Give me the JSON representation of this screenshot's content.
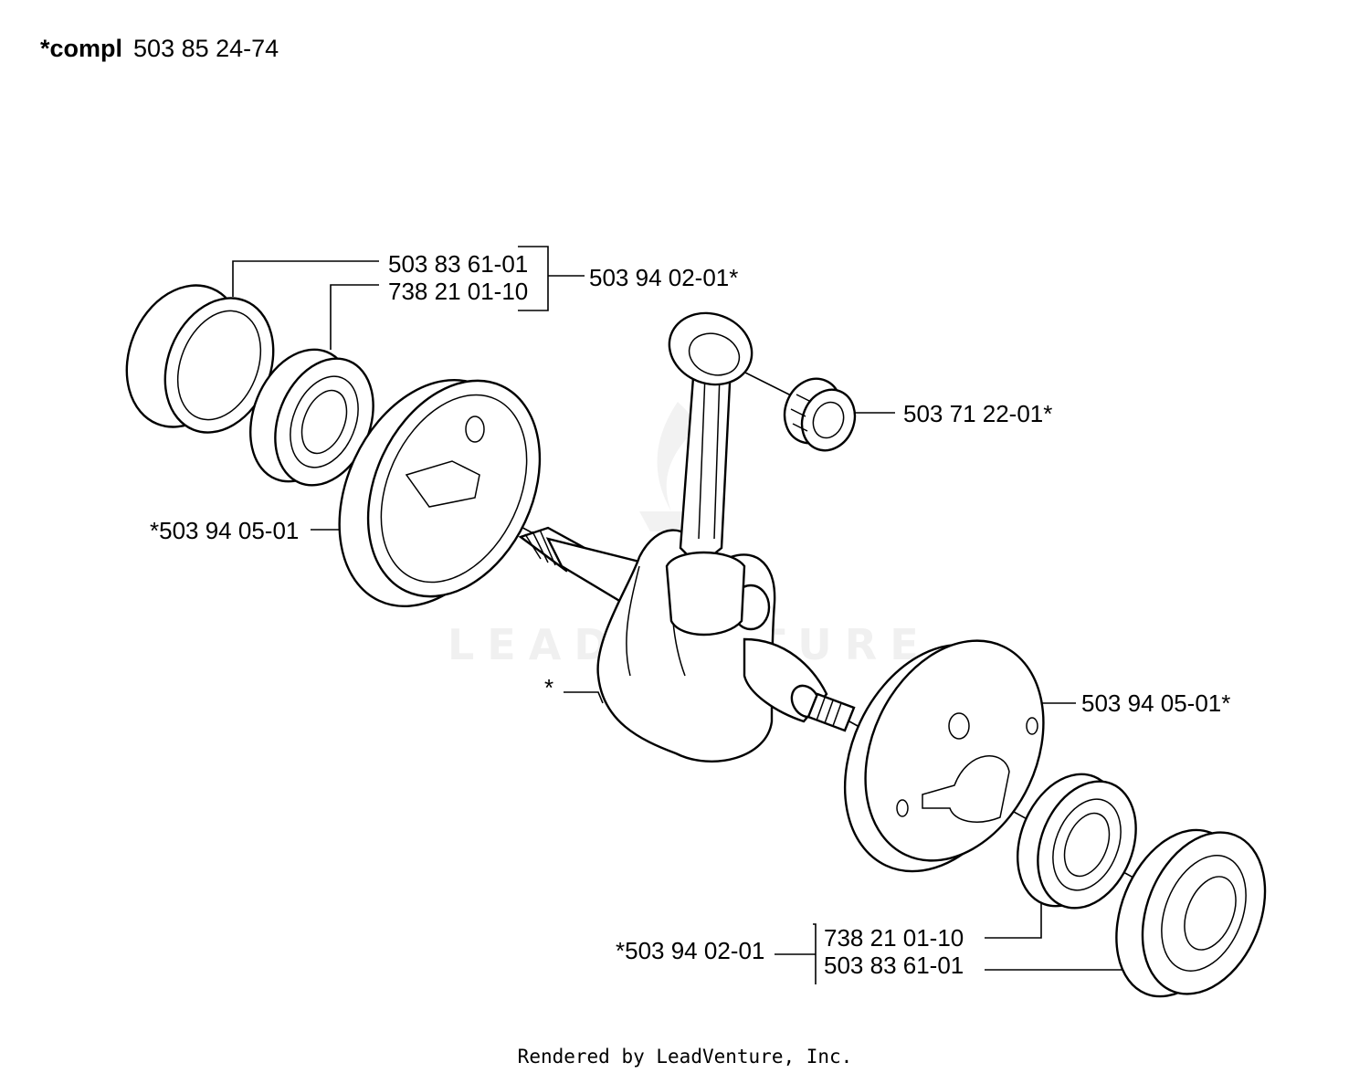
{
  "header": {
    "prefix": "*compl",
    "number": "503 85 24-74"
  },
  "watermark": "LEADVENTURE",
  "callouts": {
    "top_bearing_sleeve": "503 83 61-01",
    "top_ball_bearing": "738 21 01-10",
    "top_kit": "503 94 02-01*",
    "needle_bearing": "503 71 22-01*",
    "left_counterweight": "*503 94 05-01",
    "crankshaft": "*",
    "right_counterweight": "503 94 05-01*",
    "bottom_kit": "*503 94 02-01",
    "bottom_ball_bearing": "738 21 01-10",
    "bottom_bearing_sleeve": "503 83 61-01"
  },
  "footer": "Rendered by LeadVenture, Inc."
}
